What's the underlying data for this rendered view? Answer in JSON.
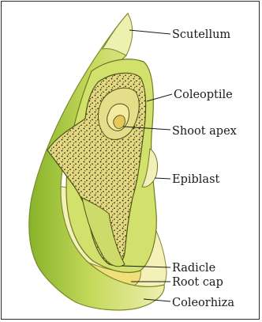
{
  "labels": {
    "scutellum": "Scutellum",
    "coleoptile": "Coleoptile",
    "shoot_apex": "Shoot apex",
    "epiblast": "Epiblast",
    "radicle": "Radicle",
    "root_cap": "Root cap",
    "coleorhiza": "Coleorhiza"
  },
  "colors": {
    "scutellum_outer": "#e9eca0",
    "scutellum_shade": "#b9d04a",
    "scutellum_dark": "#8fb62b",
    "embryo_fill": "#e2d77c",
    "coleoptile_band": "#cfdf6a",
    "coleorhiza": "#f2efb5",
    "root_cap": "#f0e27a",
    "outline": "#6d6b2c"
  }
}
